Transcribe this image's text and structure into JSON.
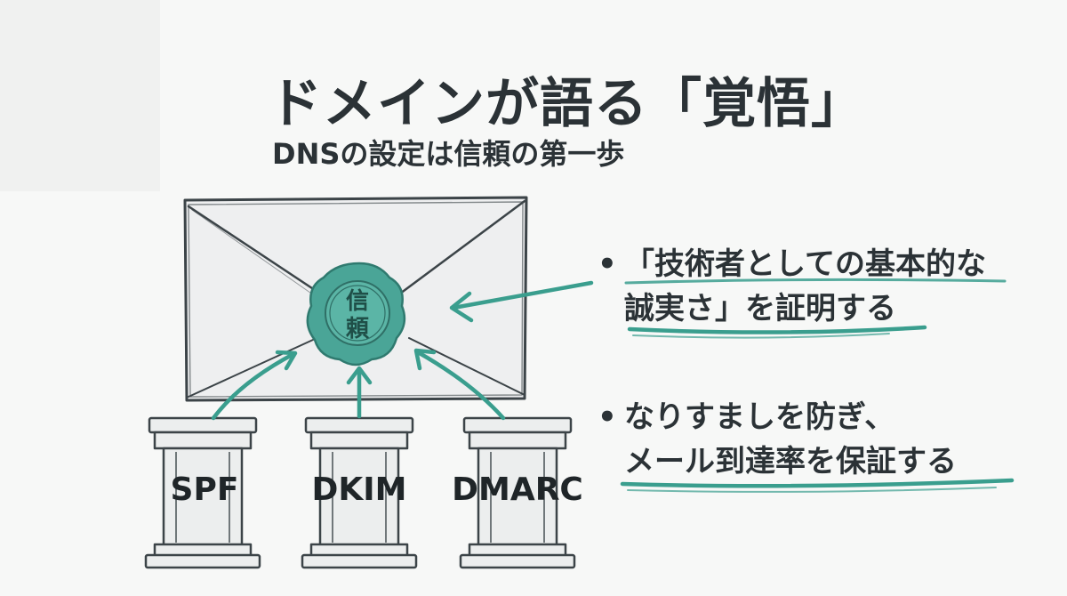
{
  "title": "ドメインが語る「覚悟」",
  "subtitle": "DNSの設定は信頼の第一歩",
  "seal": {
    "line1": "信",
    "line2": "頼"
  },
  "pillars": [
    {
      "label": "SPF"
    },
    {
      "label": "DKIM"
    },
    {
      "label": "DMARC"
    }
  ],
  "bullets": [
    {
      "marker": "•",
      "line1": "「技術者としての基本的な",
      "line2": "誠実さ」を証明する"
    },
    {
      "marker": "•",
      "line1": "なりすましを防ぎ、",
      "line2": "メール到達率を保証する"
    }
  ],
  "colors": {
    "accent": "#3a9e8e",
    "ink": "#2b3236",
    "seal": "#4aa597"
  }
}
